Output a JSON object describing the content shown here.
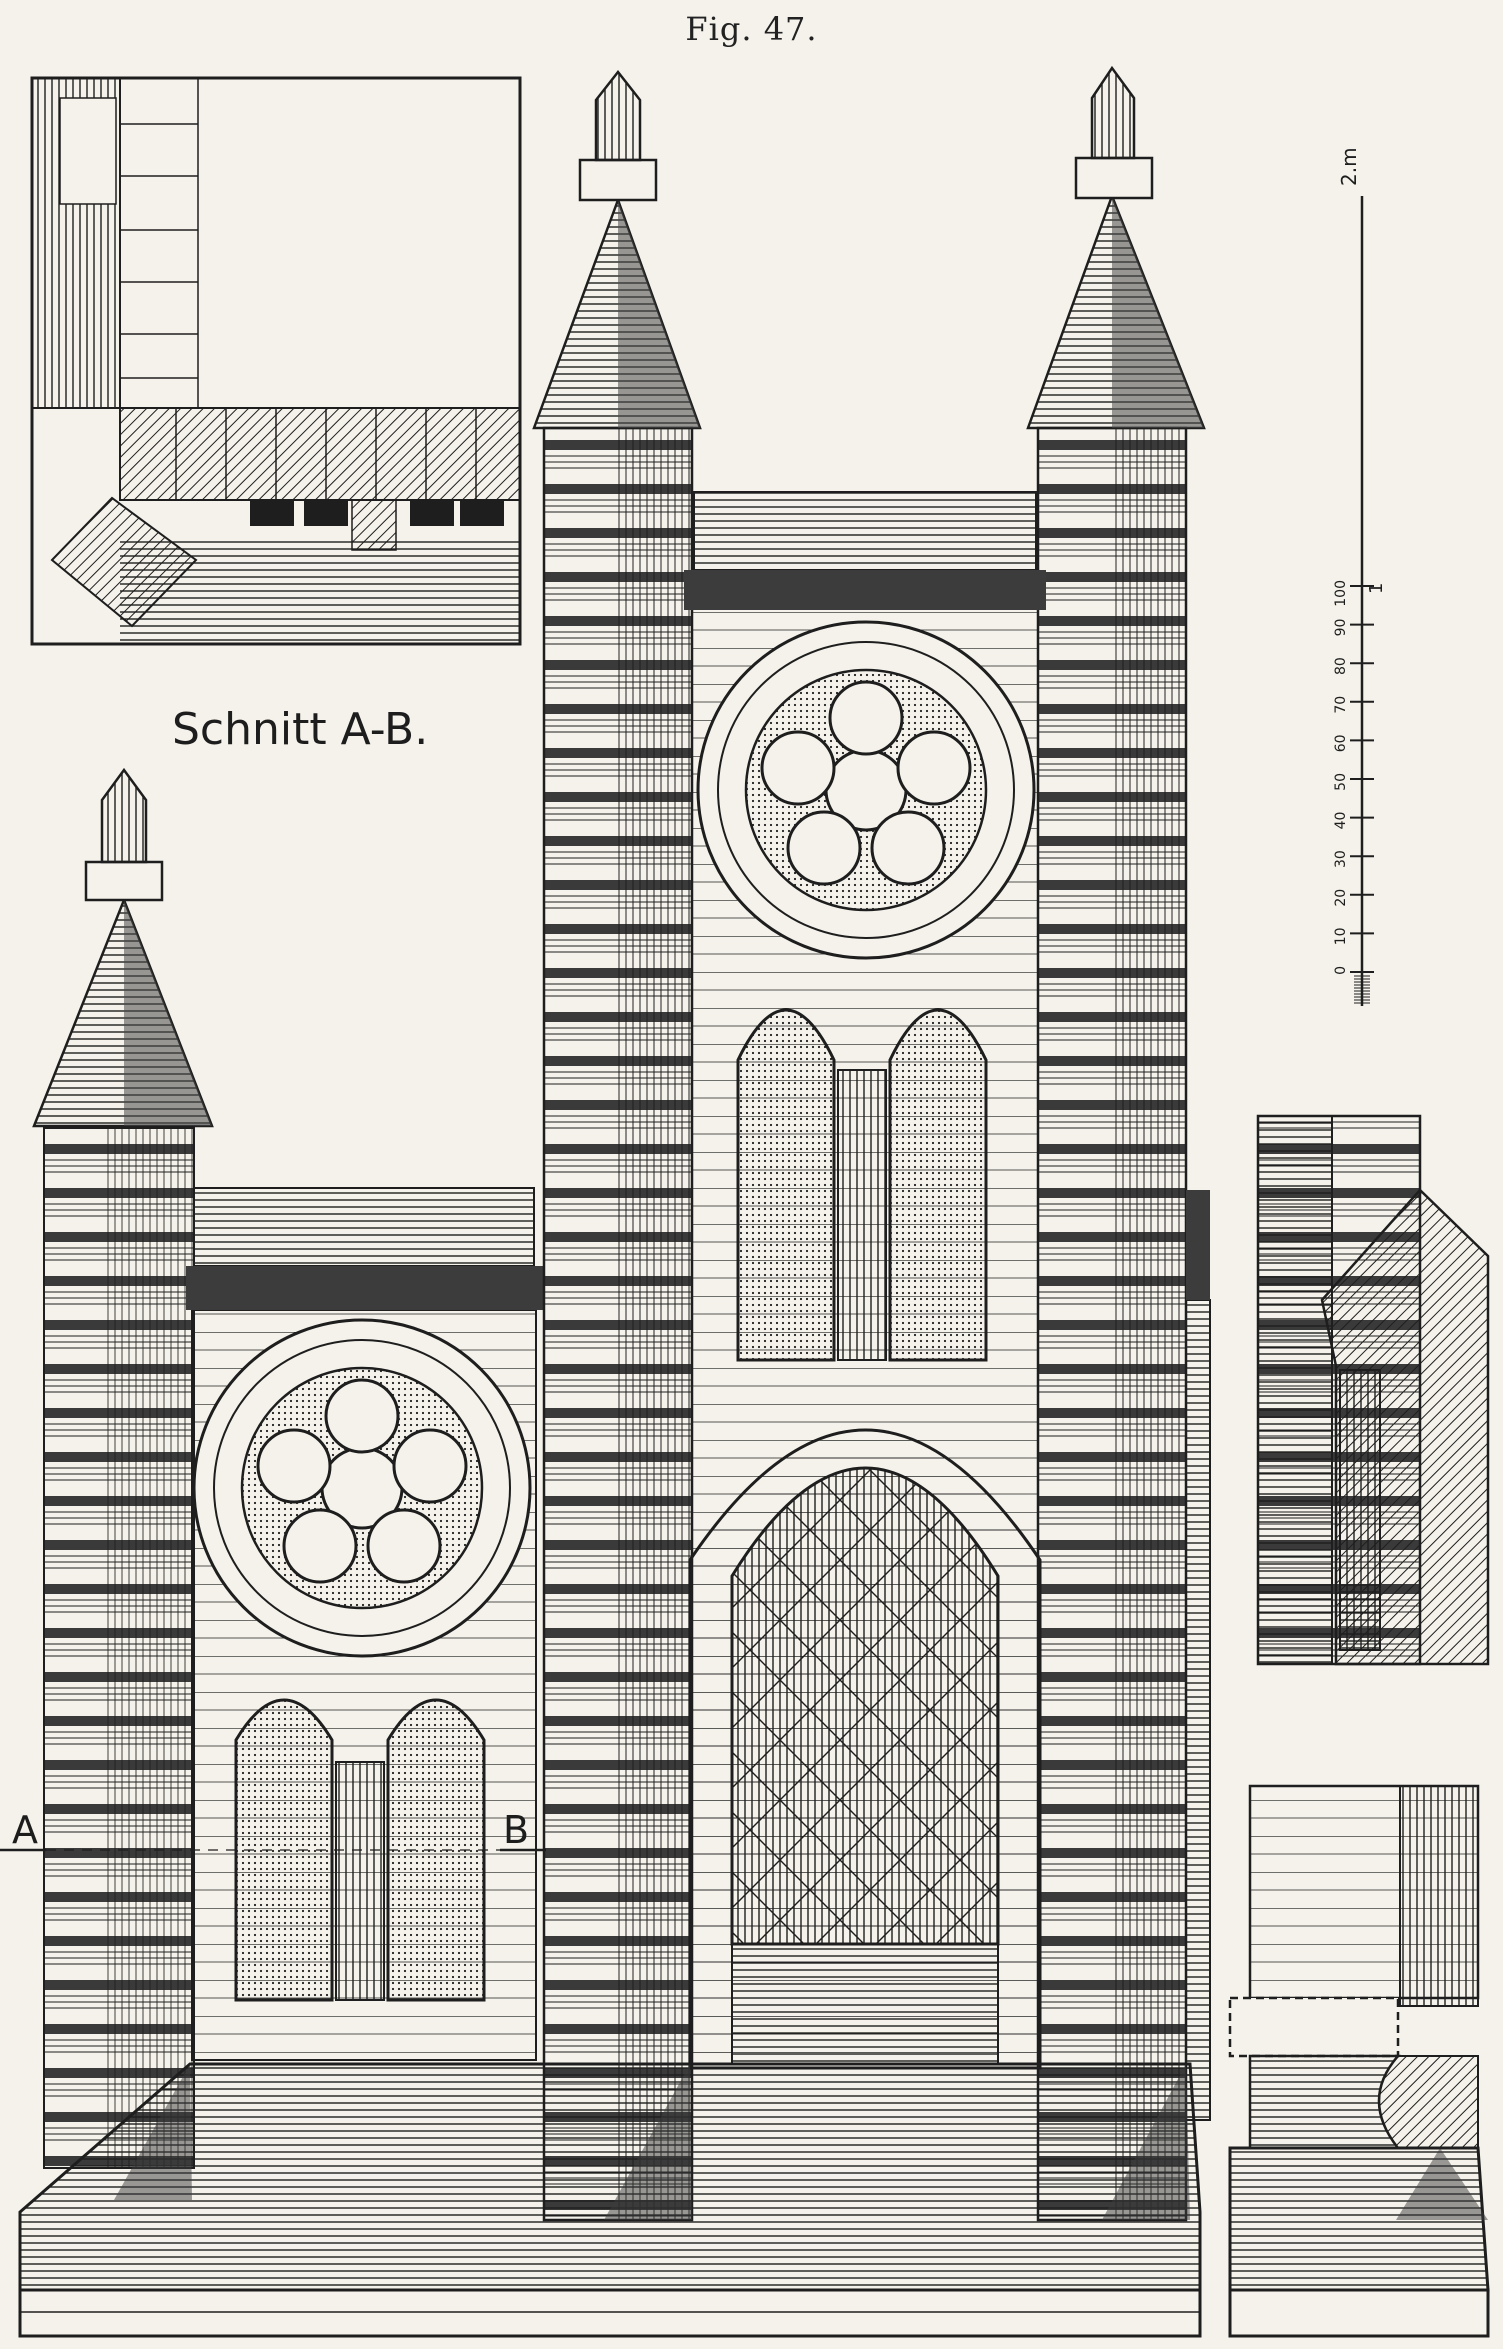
{
  "figure": {
    "title": "Fig. 47.",
    "section_label": "Schnitt A-B.",
    "cut_start": "A",
    "cut_end": "B"
  },
  "scale_bar": {
    "top_label": "2.m",
    "marks": [
      "0",
      "10",
      "20",
      "30",
      "40",
      "50",
      "60",
      "70",
      "80",
      "90",
      "100"
    ],
    "unit_mark": "1"
  },
  "colors": {
    "ink": "#1e1e1e",
    "paper": "#f4f2ea",
    "shade": "#5a5a5a"
  }
}
